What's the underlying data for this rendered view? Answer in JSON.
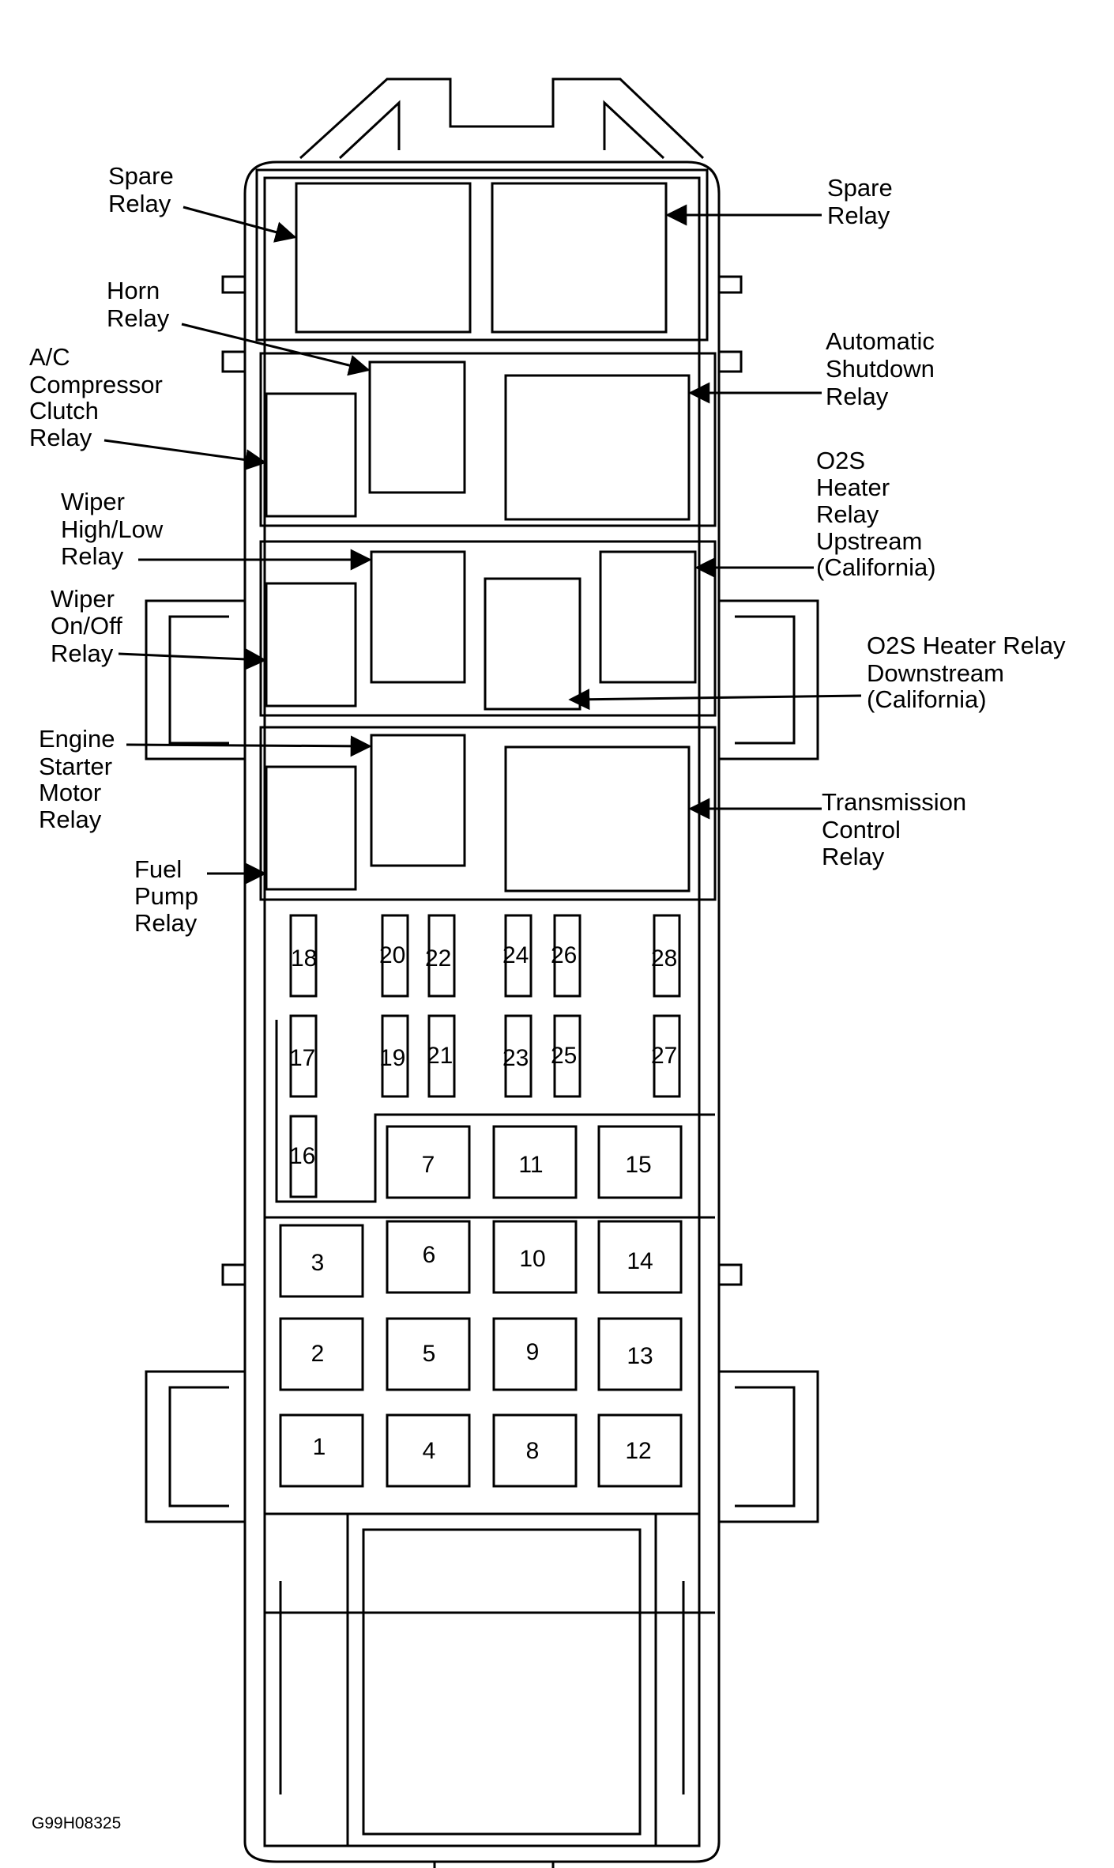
{
  "labels": {
    "spare_relay_left": [
      "Spare",
      "Relay"
    ],
    "spare_relay_right": [
      "Spare",
      "Relay"
    ],
    "horn_relay": [
      "Horn",
      "Relay"
    ],
    "automatic_shutdown_relay": [
      "Automatic",
      "Shutdown",
      "Relay"
    ],
    "ac_compressor_clutch_relay": [
      "A/C",
      "Compressor",
      "Clutch",
      "Relay"
    ],
    "o2s_heater_relay_upstream": [
      "O2S",
      "Heater",
      "Relay",
      "Upstream",
      "(California)"
    ],
    "wiper_high_low_relay": [
      "Wiper",
      "High/Low",
      "Relay"
    ],
    "wiper_on_off_relay": [
      "Wiper",
      "On/Off",
      "Relay"
    ],
    "o2s_heater_relay_downstream": [
      "O2S Heater Relay",
      "Downstream",
      "(California)"
    ],
    "engine_starter_motor_relay": [
      "Engine",
      "Starter",
      "Motor",
      "Relay"
    ],
    "transmission_control_relay": [
      "Transmission",
      "Control",
      "Relay"
    ],
    "fuel_pump_relay": [
      "Fuel",
      "Pump",
      "Relay"
    ]
  },
  "mini_fuses": [
    "18",
    "20",
    "22",
    "24",
    "26",
    "28",
    "17",
    "19",
    "21",
    "23",
    "25",
    "27",
    "16"
  ],
  "cartridge_fuses": [
    "7",
    "11",
    "15",
    "3",
    "6",
    "10",
    "14",
    "2",
    "5",
    "9",
    "13",
    "1",
    "4",
    "8",
    "12"
  ],
  "figure_code": "G99H08325"
}
